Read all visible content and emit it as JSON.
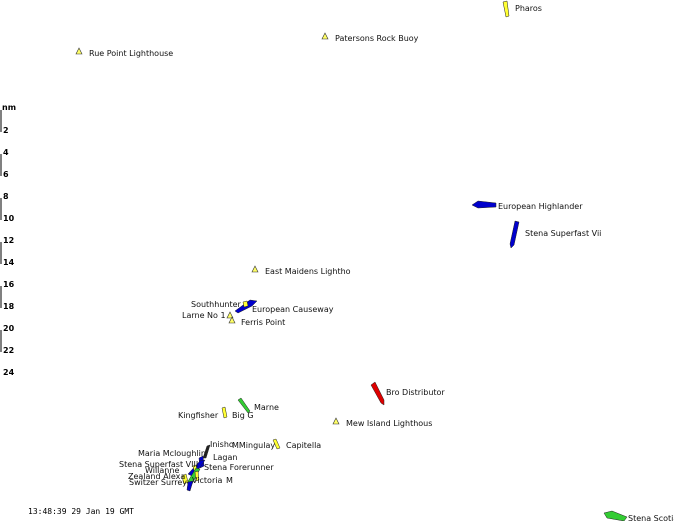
{
  "scale": {
    "unit": "nm",
    "ticks": [
      "2",
      "4",
      "6",
      "8",
      "10",
      "12",
      "14",
      "16",
      "18",
      "20",
      "22",
      "24"
    ]
  },
  "timestamp": "13:48:39 29 Jan 19 GMT",
  "landmarks": [
    {
      "name": "Pharos",
      "kind": "vessel-yellow"
    },
    {
      "name": "Patersons Rock Buoy",
      "kind": "triangle"
    },
    {
      "name": "Rue Point Lighthouse",
      "kind": "triangle"
    },
    {
      "name": "East Maidens Lightho",
      "kind": "triangle"
    },
    {
      "name": "Ferris Point",
      "kind": "triangle"
    },
    {
      "name": "Mew Island Lighthous",
      "kind": "triangle"
    }
  ],
  "vessels": [
    {
      "name": "European Highlander",
      "color": "#0000cc"
    },
    {
      "name": "Stena Superfast Vii",
      "color": "#0000cc"
    },
    {
      "name": "Southhunter",
      "color": "#ffff33"
    },
    {
      "name": "European Causeway",
      "color": "#0000cc"
    },
    {
      "name": "Larne No 1",
      "color": "#ffff33"
    },
    {
      "name": "Bro Distributor",
      "color": "#dd0000"
    },
    {
      "name": "Marne",
      "color": "#33cc33"
    },
    {
      "name": "Kingfisher",
      "color": "#ffff33"
    },
    {
      "name": "Big G",
      "color": "#ffff33"
    },
    {
      "name": "Inisho",
      "color": "#ffff33"
    },
    {
      "name": "MMingulay",
      "color": "#ffff33"
    },
    {
      "name": "Capitella",
      "color": "#ffff33"
    },
    {
      "name": "Maria Mcloughlin",
      "color": "#ffff33"
    },
    {
      "name": "Lagan",
      "color": "#0000cc"
    },
    {
      "name": "Stena Superfast VIII",
      "color": "#0000cc"
    },
    {
      "name": "Stena Forerunner",
      "color": "#33cc33"
    },
    {
      "name": "Willanne",
      "color": "#ffff33"
    },
    {
      "name": "Zealand Alexa",
      "color": "#ffff33"
    },
    {
      "name": "Switzer Surrey",
      "color": "#0000cc"
    },
    {
      "name": "Victoria",
      "color": "#ffff33"
    },
    {
      "name": "M",
      "color": "#ffff33"
    },
    {
      "name": "Stena Scotia",
      "color": "#33cc33"
    }
  ]
}
